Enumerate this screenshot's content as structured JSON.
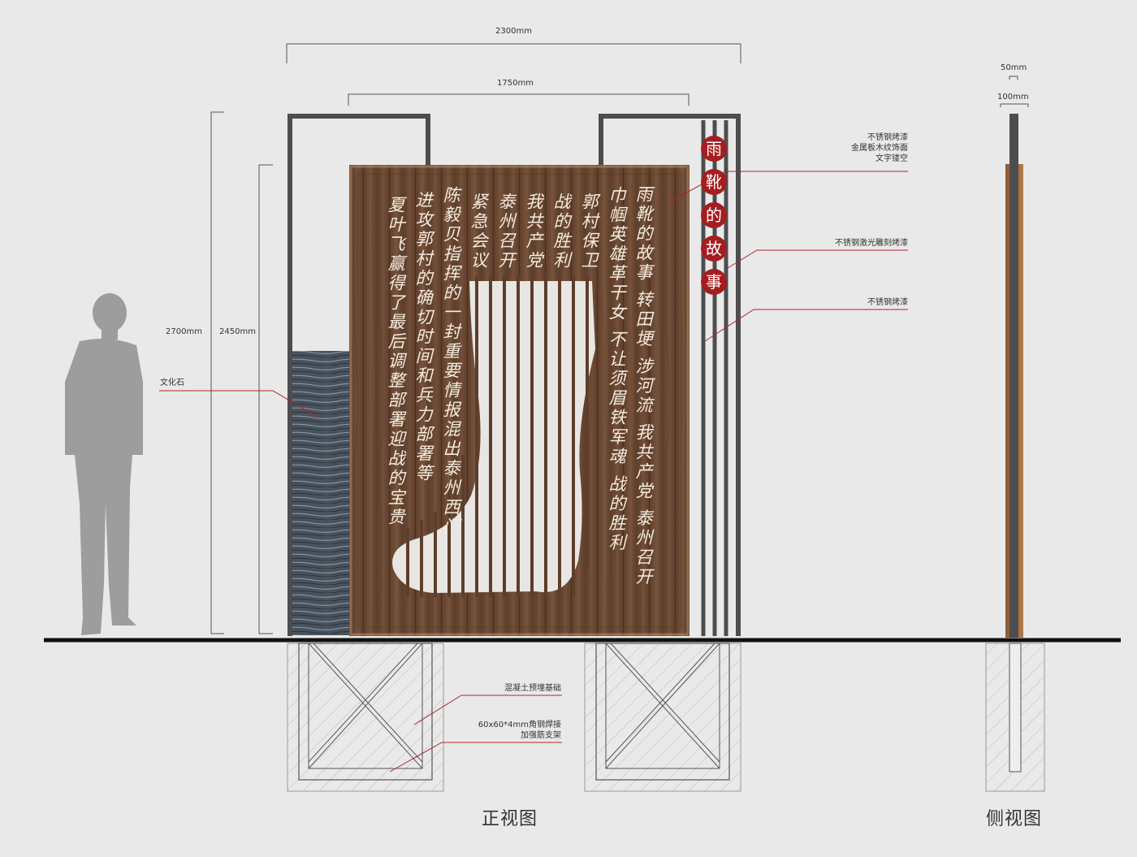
{
  "dimensions": {
    "overall_width": "2300mm",
    "panel_width": "1750mm",
    "overall_height": "2700mm",
    "panel_height": "2450mm",
    "post_width": "50mm",
    "post_depth": "100mm"
  },
  "callouts": {
    "finish_1_line1": "不锈钢烤漆",
    "finish_1_line2": "金属板木纹饰面",
    "finish_1_line3": "文字镂空",
    "engraving": "不锈钢激光雕刻烤漆",
    "paint": "不锈钢烤漆",
    "stone": "文化石",
    "foundation": "混凝土预埋基础",
    "bracket_line1": "60x60*4mm角钢焊接",
    "bracket_line2": "加强筋支架"
  },
  "titles": {
    "front_view": "正视图",
    "side_view": "侧视图"
  },
  "seal_title": [
    "雨",
    "靴",
    "的",
    "故",
    "事"
  ],
  "poem_columns": [
    "雨靴的故事 转田埂 涉河流 我共产党 泰州召开",
    "巾帼英雄革干女 不让须眉铁军魂 战的胜利",
    "郭村保卫",
    "战的胜利",
    "我共产党",
    "泰州召开",
    "紧急会议",
    "陈毅贝指挥的一封重要情报混出泰州西门",
    "进攻郭村的确切时间和兵力部署等",
    "夏叶飞赢得了最后调整部署迎战的宝贵"
  ],
  "colors": {
    "wood": "#6b4a34",
    "steel": "#4d4d4f",
    "seal_red": "#a51d20",
    "leader_red": "#b3232a",
    "stone": "#4a5560"
  }
}
